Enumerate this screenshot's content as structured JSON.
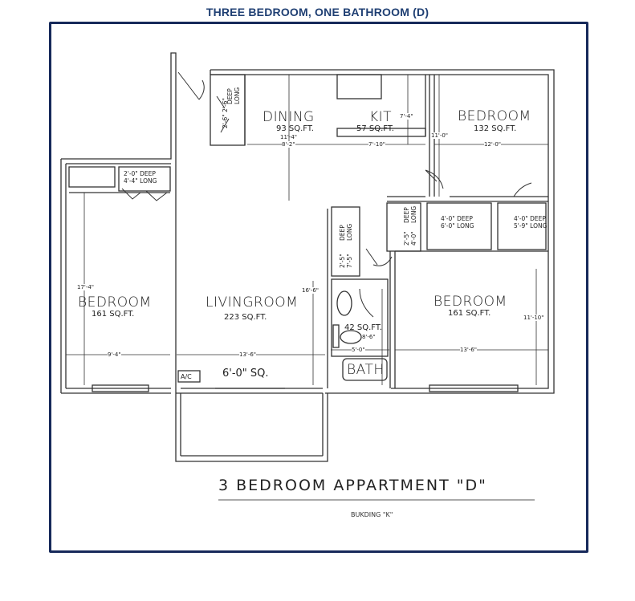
{
  "page_title": "THREE BEDROOM, ONE BATHROOM (D)",
  "plan": {
    "caption": "3 BEDROOM APPARTMENT \"D\"",
    "building": "BUKDING \"K\"",
    "rooms": {
      "dining": {
        "name": "DINING",
        "area": "93 SQ.FT.",
        "dims": [
          "11'-4\"",
          "8'-2\""
        ]
      },
      "kitchen": {
        "name": "KIT",
        "area": "57 SQ.FT.",
        "dims": [
          "7'-4\"",
          "7'-10\""
        ]
      },
      "bedroom_top_right": {
        "name": "BEDROOM",
        "area": "132 SQ.FT.",
        "dims": [
          "11'-0\"",
          "12'-0\""
        ]
      },
      "bedroom_left": {
        "name": "BEDROOM",
        "area": "161 SQ.FT.",
        "dims": [
          "17'-4\"",
          "9'-4\""
        ]
      },
      "living": {
        "name": "LIVINGROOM",
        "area": "223 SQ.FT.",
        "dims": [
          "16'-6\"",
          "13'-6\""
        ]
      },
      "bath": {
        "name": "BATH",
        "area": "42 SQ.FT.",
        "dims": [
          "8'-6\"",
          "5'-0\""
        ]
      },
      "bedroom_bottom_right": {
        "name": "BEDROOM",
        "area": "161 SQ.FT.",
        "dims": [
          "11'-10\"",
          "13'-6\""
        ]
      },
      "balcony": {
        "size": "6'-0\"  SQ.",
        "ac": "A/C"
      }
    },
    "closets": [
      {
        "size": "2'-6\"",
        "length": "2'-6\"",
        "deep": "DEEP",
        "long": "LONG"
      },
      {
        "size": "2'-0\"",
        "length": "4'-4\"",
        "deep": "DEEP",
        "long": "LONG"
      },
      {
        "size": "2'-5\"",
        "length": "7'-5\"",
        "deep": "DEEP",
        "long": "LONG"
      },
      {
        "size": "2'-5\"",
        "length": "4'-0\"",
        "deep": "DEEP",
        "long": "LONG"
      },
      {
        "size": "4'-0\"",
        "length": "6'-0\"",
        "deep": "DEEP",
        "long": "LONG"
      },
      {
        "size": "4'-0\"",
        "length": "5'-9\"",
        "deep": "DEEP",
        "long": "LONG"
      }
    ]
  }
}
